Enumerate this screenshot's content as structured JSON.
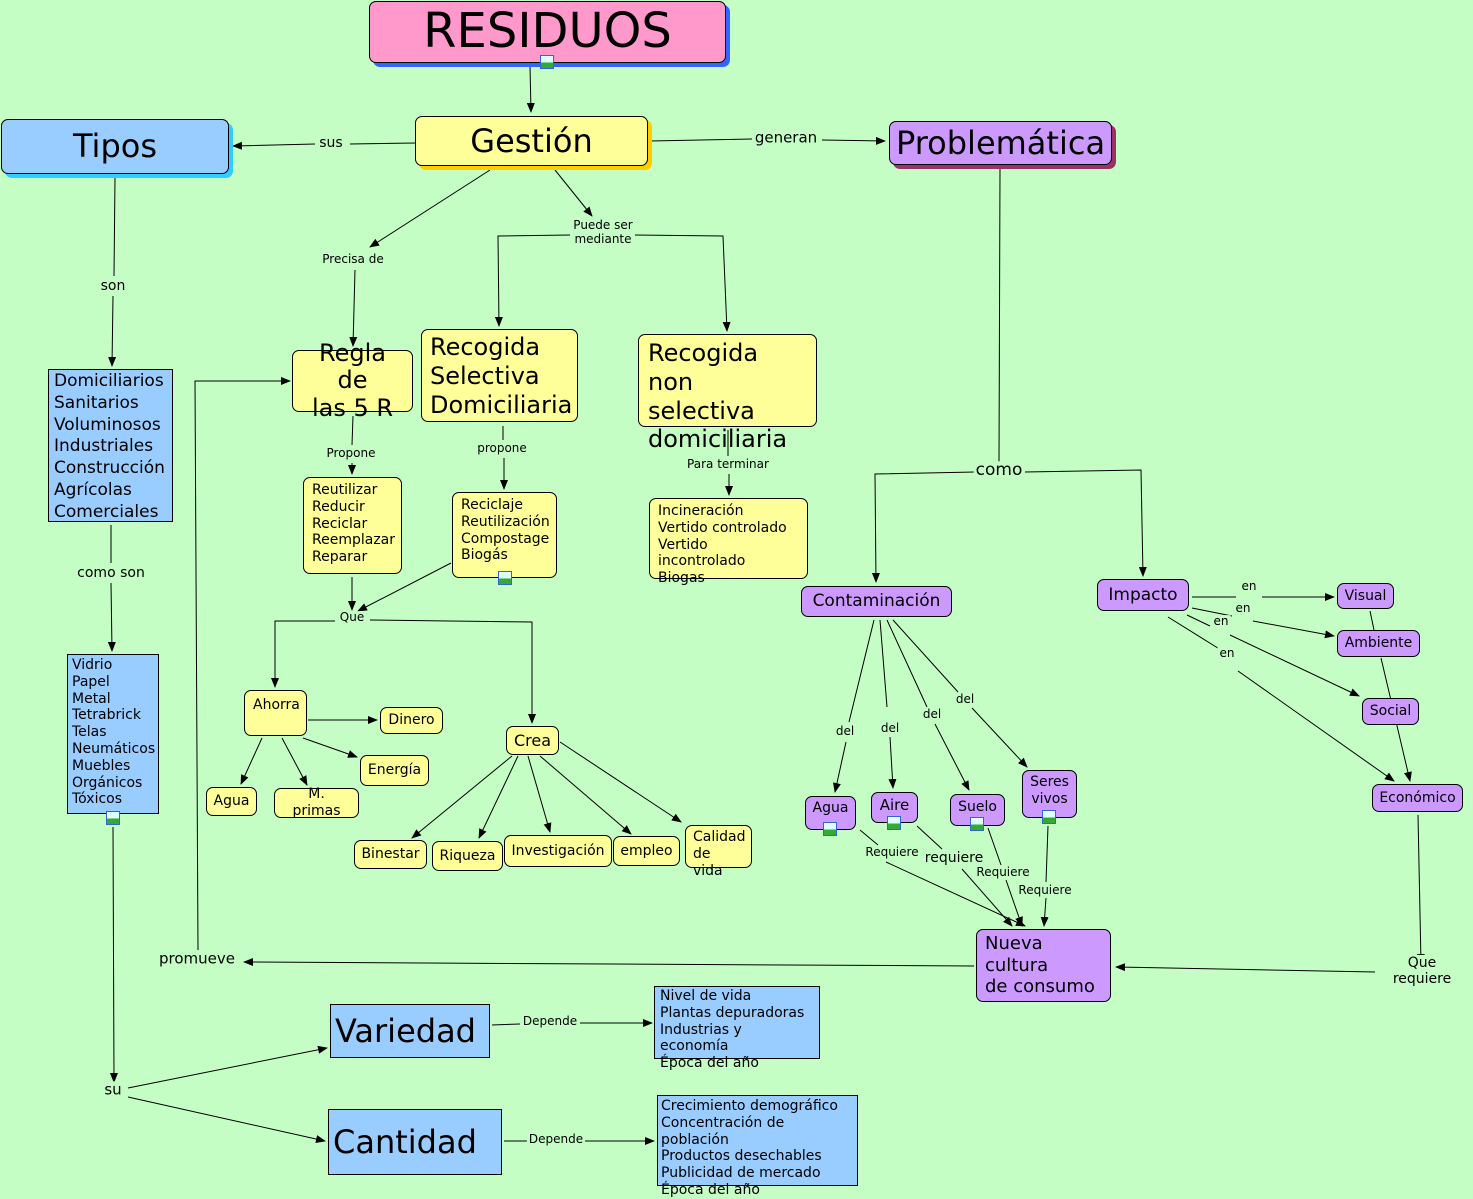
{
  "nodes": {
    "residuos": "RESIDUOS",
    "gestion": "Gestión",
    "tipos": "Tipos",
    "problematica": "Problemática",
    "tipos_list": "Domiciliarios\nSanitarios\nVoluminosos\nIndustriales\nConstrucción\nAgrícolas\nComerciales",
    "materiales_list": "Vidrio\nPapel\nMetal\nTetrabrick\nTelas\nNeumáticos\nMuebles\nOrgánicos\nTóxicos",
    "regla": "Regla de\nlas 5 R",
    "recogida_selectiva": "Recogida\nSelectiva\nDomiciliaria",
    "recogida_non": "Recogida non\nselectiva\ndomiciliaria",
    "r_list": "Reutilizar\nReducir\nReciclar\nReemplazar\nReparar",
    "reciclaje_list": "Reciclaje\nReutilización\nCompostage\nBiogás",
    "incineracion_list": "Incineración\nVertido controlado\nVertido incontrolado\nBiogas",
    "ahorra": "Ahorra",
    "dinero": "Dinero",
    "energia": "Energía",
    "agua": "Agua",
    "mprimas": "M. primas",
    "crea": "Crea",
    "binestar": "Binestar",
    "riqueza": "Riqueza",
    "investigacion": "Investigación",
    "empleo": "empleo",
    "calidad": "Calidad\nde vida",
    "contaminacion": "Contaminación",
    "impacto": "Impacto",
    "visual": "Visual",
    "ambiente": "Ambiente",
    "social": "Social",
    "economico": "Económico",
    "c_agua": "Agua",
    "c_aire": "Aire",
    "c_suelo": "Suelo",
    "c_seres": "Seres\nvivos",
    "nueva": "Nueva\ncultura\nde consumo",
    "variedad": "Variedad",
    "cantidad": "Cantidad",
    "variedad_list": "Nivel de vida\nPlantas depuradoras\nIndustrias y economía\nÉpoca del año",
    "cantidad_list": "Crecimiento demográfico\nConcentración de población\nProductos desechables\nPublicidad de mercado\nÉpoca del año"
  },
  "links": {
    "sus": "sus",
    "generan": "generan",
    "precisa": "Precisa de",
    "puede": "Puede ser\nmediante",
    "son": "son",
    "como": "como",
    "propone1": "Propone",
    "propone2": "propone",
    "para": "Para terminar",
    "como_son": "como son",
    "que": "Que",
    "del": "del",
    "en": "en",
    "requiere_cap": "Requiere",
    "requiere": "requiere",
    "promueve": "promueve",
    "que_requiere": "Que requiere",
    "depende": "Depende",
    "su": "su"
  },
  "colors": {
    "background": "#c4fec4",
    "yellow": "#ffff99",
    "blue": "#99ccff",
    "purple": "#cc99ff",
    "pink": "#ff99cc"
  },
  "icons": [
    "image-icon"
  ]
}
